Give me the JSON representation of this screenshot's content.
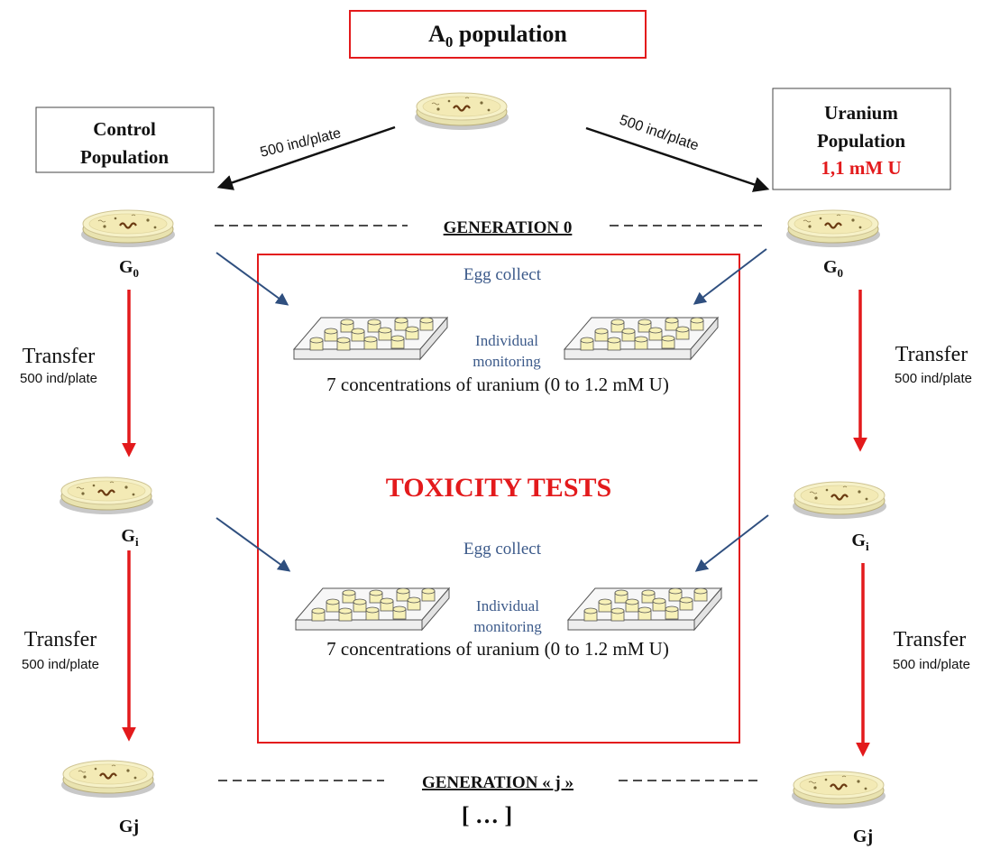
{
  "title": {
    "main": "A",
    "sub": "0",
    "rest": " population"
  },
  "control": {
    "line1": "Control",
    "line2": "Population"
  },
  "uranium": {
    "line1": "Uranium",
    "line2": "Population",
    "line3": "1,1 mM U"
  },
  "density": "500 ind/plate",
  "generation0": "GENERATION 0",
  "generationJ": "GENERATION « j »",
  "ellipsis": "[ … ]",
  "labels": {
    "g0": {
      "main": "G",
      "sub": "0"
    },
    "gi": {
      "main": "G",
      "sub": "i"
    },
    "gj": "Gj"
  },
  "transfer": "Transfer",
  "egg_collect": "Egg collect",
  "monitoring": {
    "line1": "Individual",
    "line2": "monitoring"
  },
  "concentrations": "7 concentrations of uranium (0 to 1.2 mM U)",
  "toxicity": "TOXICITY TESTS",
  "colors": {
    "red": "#e31a1c",
    "blue_arrow": "#2f4f7f",
    "blue_text": "#3c5a8a",
    "plate": "#f4efbf",
    "plate_rim": "#ddd3a0"
  }
}
